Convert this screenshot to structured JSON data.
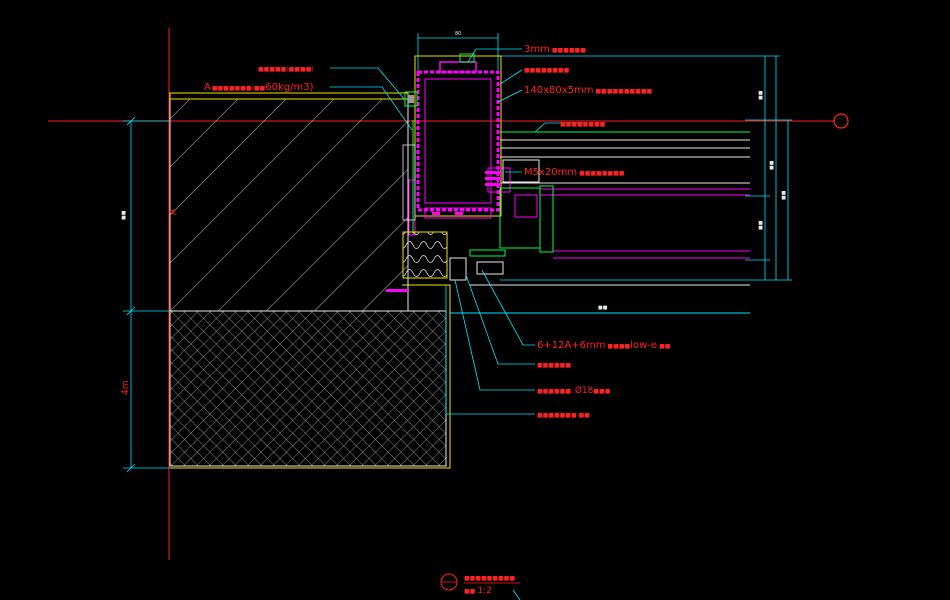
{
  "colors": {
    "background": "#000000",
    "red": "#ff2020",
    "cyan": "#00e5ff",
    "yellow": "#f2e300",
    "magenta": "#ff00ff",
    "green": "#00ff40",
    "white": "#e8e8e8",
    "grey": "#9a9a9a"
  },
  "labels": {
    "plate_3mm": "3mm",
    "tube_140": "140x80x5mm",
    "bolt_m5": "M5x20mm",
    "glass_spec": "6+12A+6mm",
    "glass_suffix": "low-e",
    "insulation_density": "60kg/m3",
    "rod_dia": "Ø18",
    "prefix_a": "A",
    "dim_left_vertical": "4m",
    "title_scale": "1:2"
  },
  "icons": {
    "axis_bubble": "grid-axis-circle-icon",
    "section_marker": "section-marker-icon"
  }
}
